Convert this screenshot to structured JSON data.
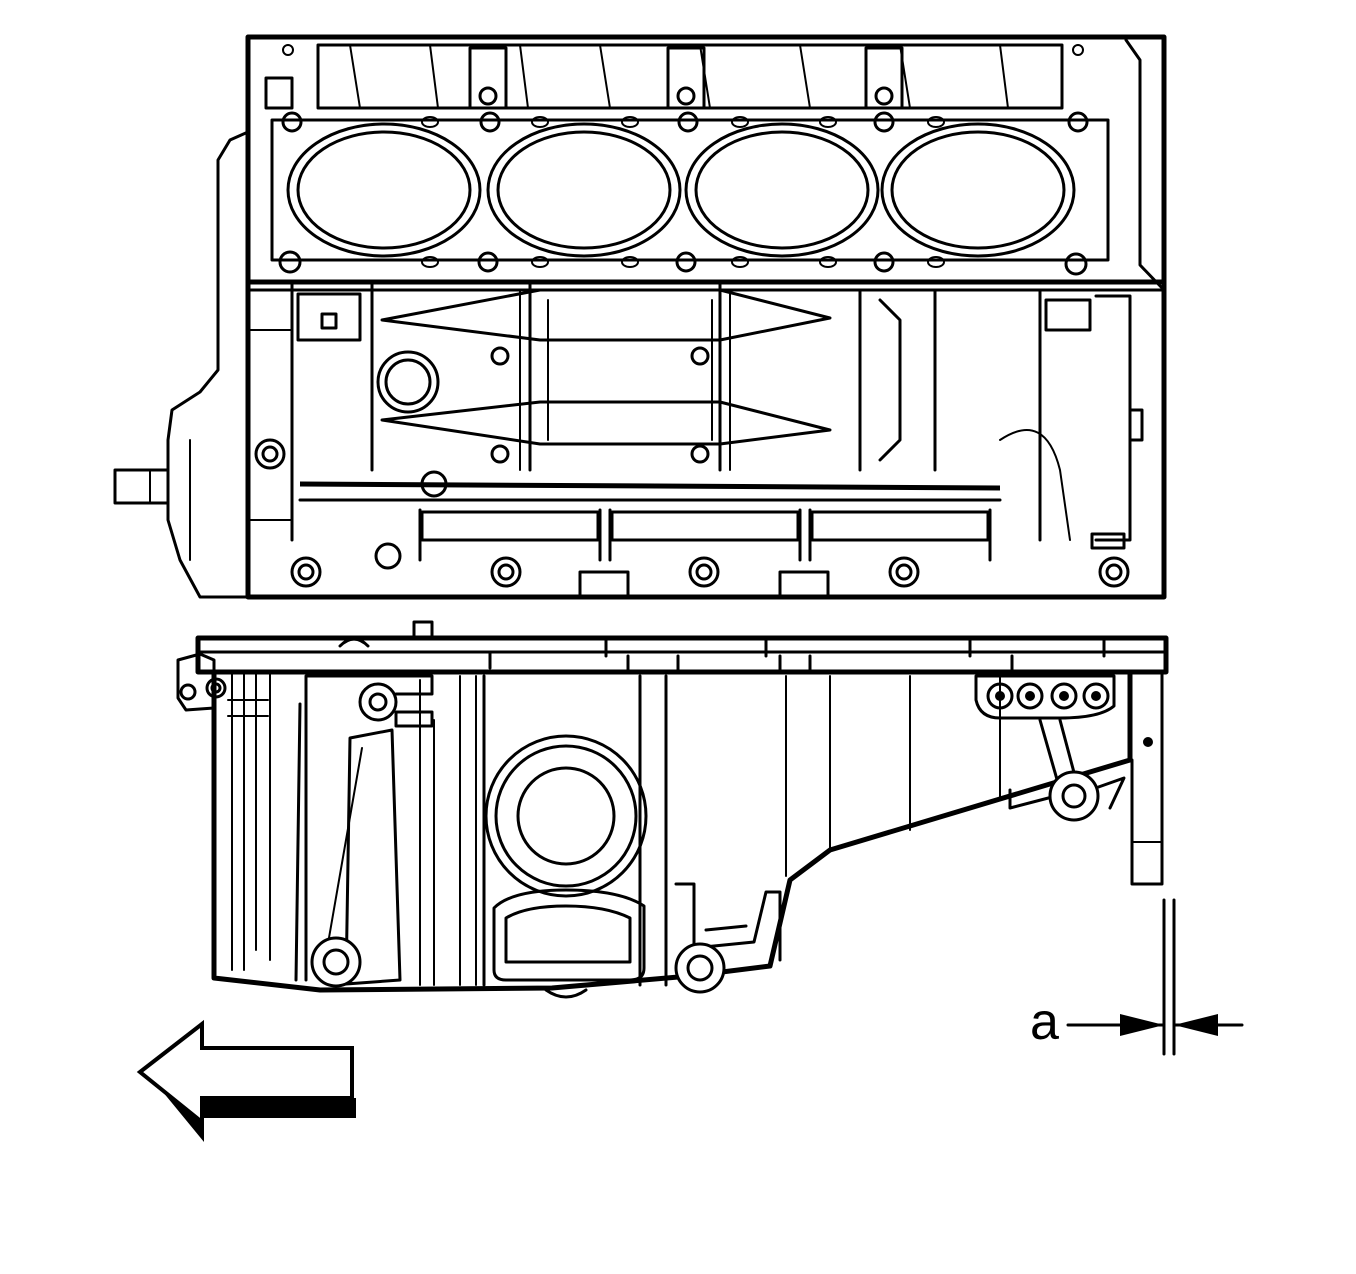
{
  "diagram": {
    "callouts": [
      {
        "id": "a",
        "text": "a"
      }
    ],
    "colors": {
      "line": "#000000",
      "background": "#ffffff"
    },
    "icons": [
      "direction-arrow-left"
    ]
  }
}
